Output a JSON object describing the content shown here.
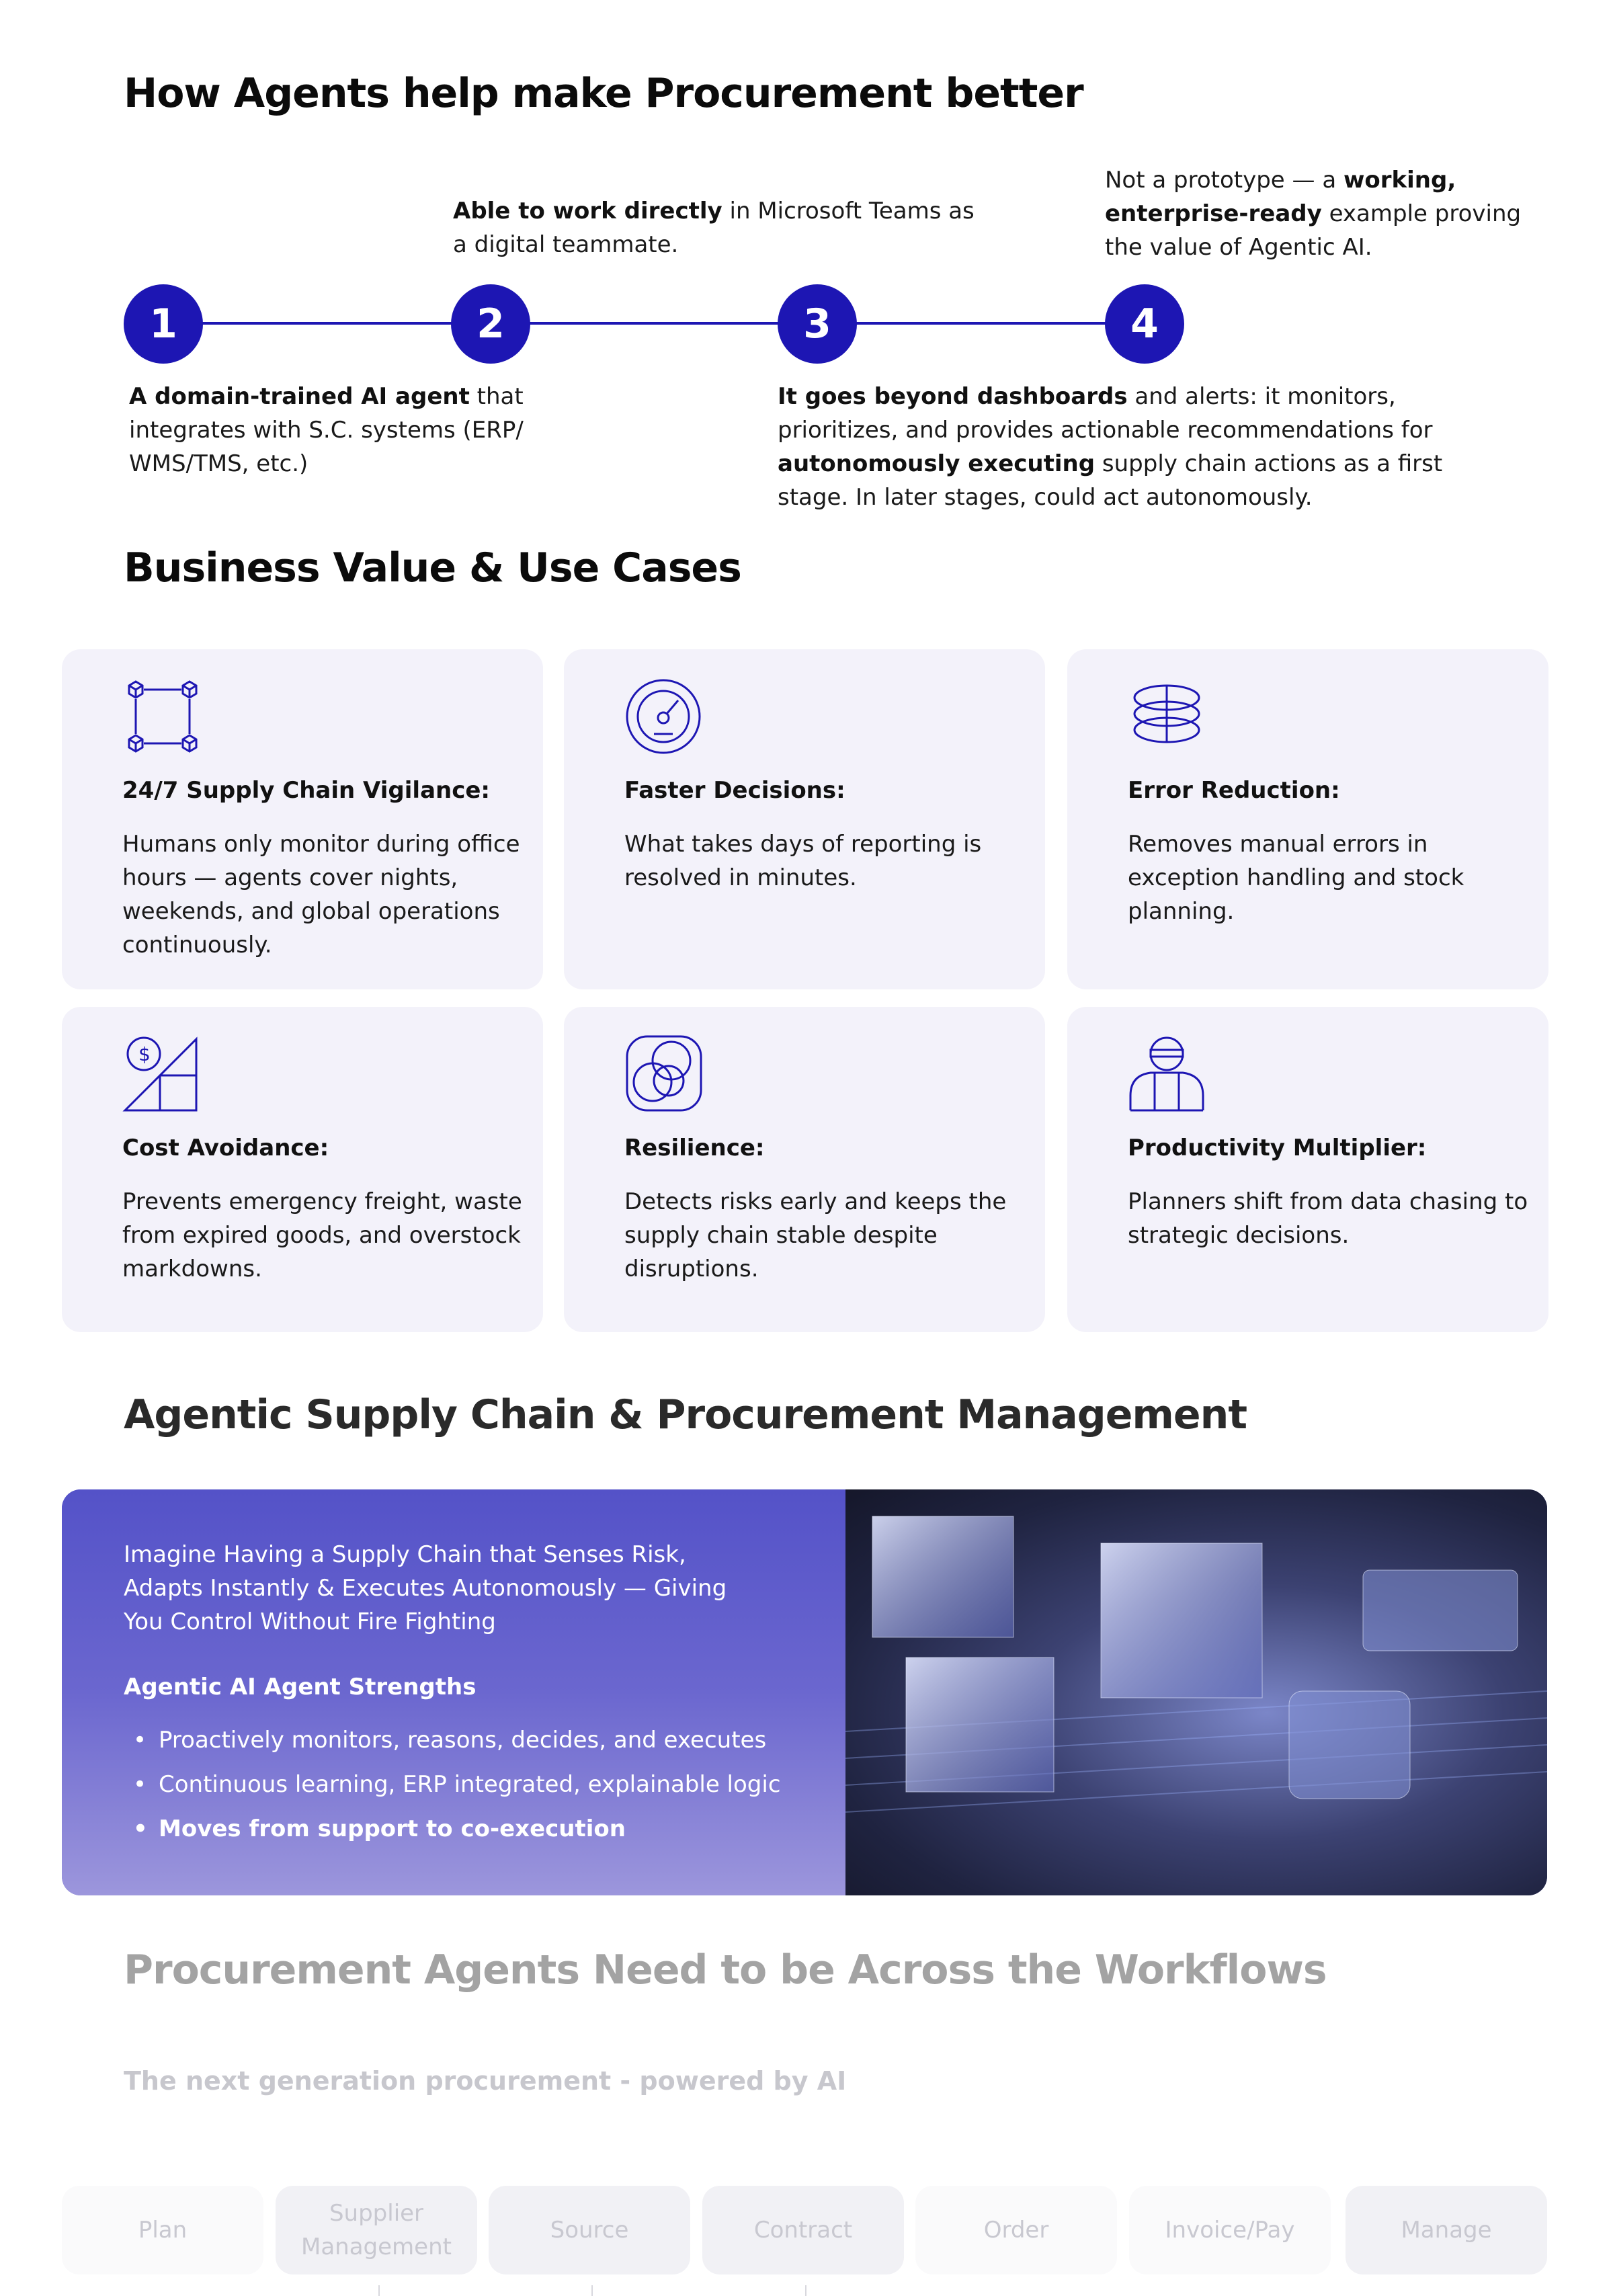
{
  "section1": {
    "title": "How Agents help make Procurement better",
    "steps": [
      {
        "num": "1",
        "bold": "A domain-trained AI agent",
        "text": " that integrates with S.C. systems (ERP/ WMS/TMS, etc.)"
      },
      {
        "num": "2",
        "bold": "Able to work directly",
        "text": " in Microsoft Teams as a digital teammate."
      },
      {
        "num": "3",
        "bold": "It goes beyond dashboards",
        "text": " and alerts: it monitors, prioritizes, and provides actionable recommendations for ",
        "bold2": "autonomously executing",
        "text2": " supply chain actions as a first stage. In later stages, could act autonomously."
      },
      {
        "num": "4",
        "pre": "Not a prototype — a ",
        "bold": "working, enterprise-ready",
        "text": " example proving the value of Agentic AI."
      }
    ]
  },
  "section2": {
    "title": "Business Value & Use Cases",
    "cards": [
      {
        "icon": "network-cubes-icon",
        "title": "24/7 Supply Chain Vigilance:",
        "desc": "Humans only monitor during office hours — agents cover nights, weekends, and global operations continuously."
      },
      {
        "icon": "gauge-icon",
        "title": "Faster Decisions:",
        "desc": "What takes days of reporting is resolved in minutes."
      },
      {
        "icon": "stacked-rings-icon",
        "title": "Error Reduction:",
        "desc": "Removes manual errors in exception handling and stock planning."
      },
      {
        "icon": "cost-chart-icon",
        "title": "Cost Avoidance:",
        "desc": "Prevents emergency freight, waste from expired goods, and overstock markdowns."
      },
      {
        "icon": "overlapping-circles-icon",
        "title": "Resilience:",
        "desc": "Detects risks early and keeps the supply chain stable despite disruptions."
      },
      {
        "icon": "person-helmet-icon",
        "title": "Productivity Multiplier:",
        "desc": "Planners shift from data chasing to strategic decisions."
      }
    ]
  },
  "section3": {
    "title": "Agentic Supply Chain & Procurement Management",
    "intro": "Imagine Having a Supply Chain that Senses Risk, Adapts Instantly & Executes Autonomously — Giving You Control Without Fire Fighting",
    "subtitle": "Agentic AI Agent Strengths",
    "bullets": [
      "Proactively monitors, reasons, decides, and executes",
      "Continuous learning, ERP integrated, explainable logic",
      "Moves from support to co-execution"
    ]
  },
  "section4": {
    "title": "Procurement Agents Need to be Across the Workflows",
    "subtitle": "The next generation procurement - powered by AI",
    "tabs": [
      "Plan",
      "Supplier Management",
      "Source",
      "Contract",
      "Order",
      "Invoice/Pay",
      "Manage"
    ]
  },
  "colors": {
    "accent": "#1d16b3",
    "card_bg": "#f3f2fa"
  }
}
